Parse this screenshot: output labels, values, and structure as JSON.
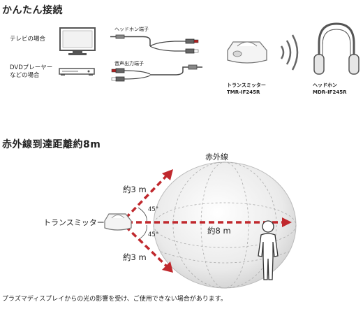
{
  "sections": {
    "connect_title": "かんたん接続",
    "range_title": "赤外線到達距離約8m"
  },
  "connection": {
    "tv_label": "テレビの場合",
    "dvd_label_line1": "DVDプレーヤー",
    "dvd_label_line2": "などの場合",
    "headphone_jack_label": "ヘッドホン端子",
    "audio_out_label": "音声出力端子",
    "transmitter_name": "トランスミッター",
    "transmitter_model": "TMR-IF245R",
    "headphone_name": "ヘッドホン",
    "headphone_model": "MDR-IF245R"
  },
  "range": {
    "infrared_label": "赤外線",
    "transmitter_label": "トランスミッター",
    "distance_upper": "約3 m",
    "distance_center": "約8 m",
    "distance_lower": "約3 m",
    "angle_upper": "45°",
    "angle_lower": "45°"
  },
  "footer": {
    "note": "プラズマディスプレイからの光の影響を受け、ご使用できない場合があります。"
  },
  "colors": {
    "arrow": "#c0282d",
    "device": "#555555"
  }
}
